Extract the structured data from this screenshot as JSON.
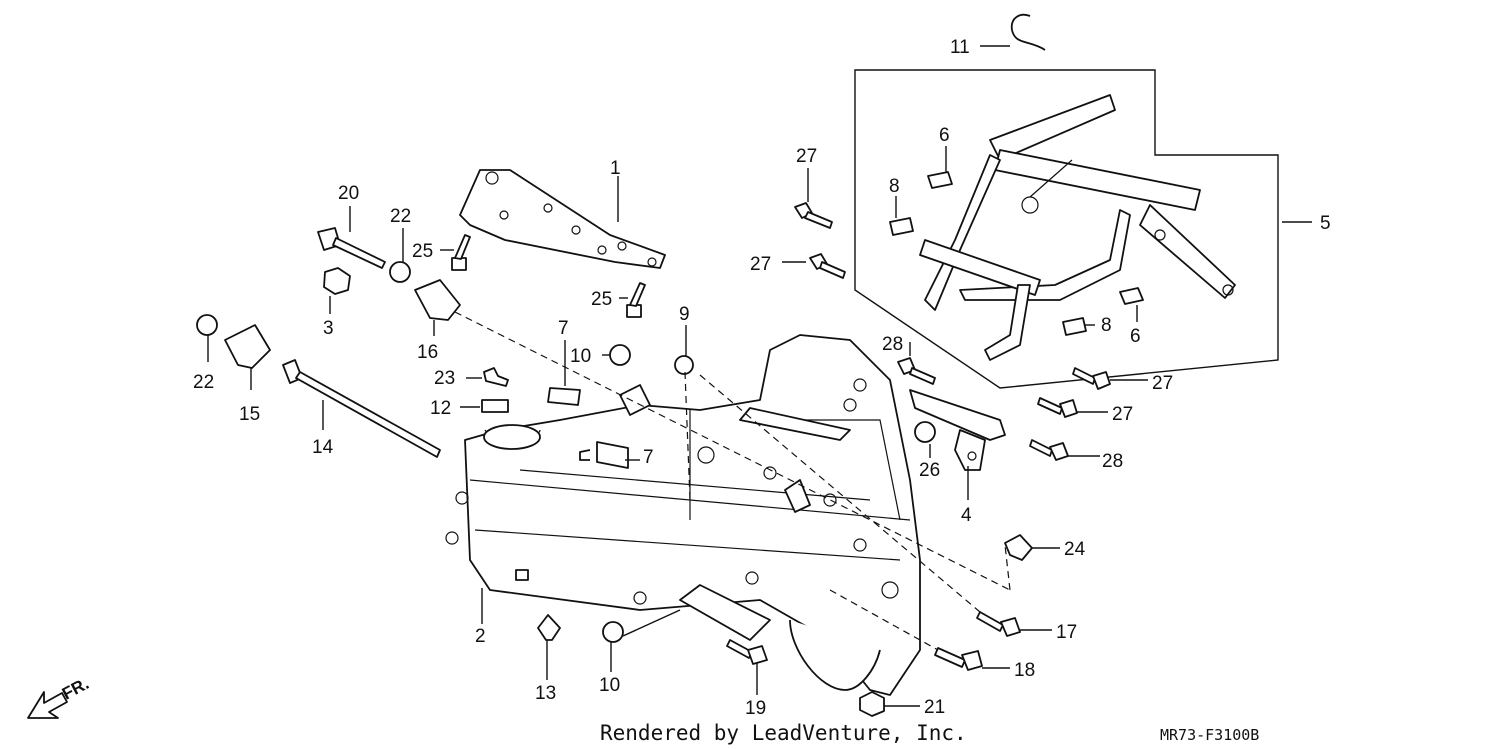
{
  "diagram": {
    "callouts": {
      "c1": "1",
      "c2": "2",
      "c3": "3",
      "c4": "4",
      "c5": "5",
      "c6a": "6",
      "c6b": "6",
      "c7a": "7",
      "c7b": "7",
      "c8a": "8",
      "c8b": "8",
      "c9": "9",
      "c10a": "10",
      "c10b": "10",
      "c11": "11",
      "c12": "12",
      "c13": "13",
      "c14": "14",
      "c15": "15",
      "c16": "16",
      "c17": "17",
      "c18": "18",
      "c19": "19",
      "c20": "20",
      "c21": "21",
      "c22a": "22",
      "c22b": "22",
      "c23": "23",
      "c24": "24",
      "c25a": "25",
      "c25b": "25",
      "c26": "26",
      "c27a": "27",
      "c27b": "27",
      "c27c": "27",
      "c27d": "27",
      "c28a": "28",
      "c28b": "28"
    },
    "direction_label": "FR.",
    "footer_text": "Rendered by LeadVenture, Inc.",
    "diagram_code": "MR73-F3100B"
  }
}
